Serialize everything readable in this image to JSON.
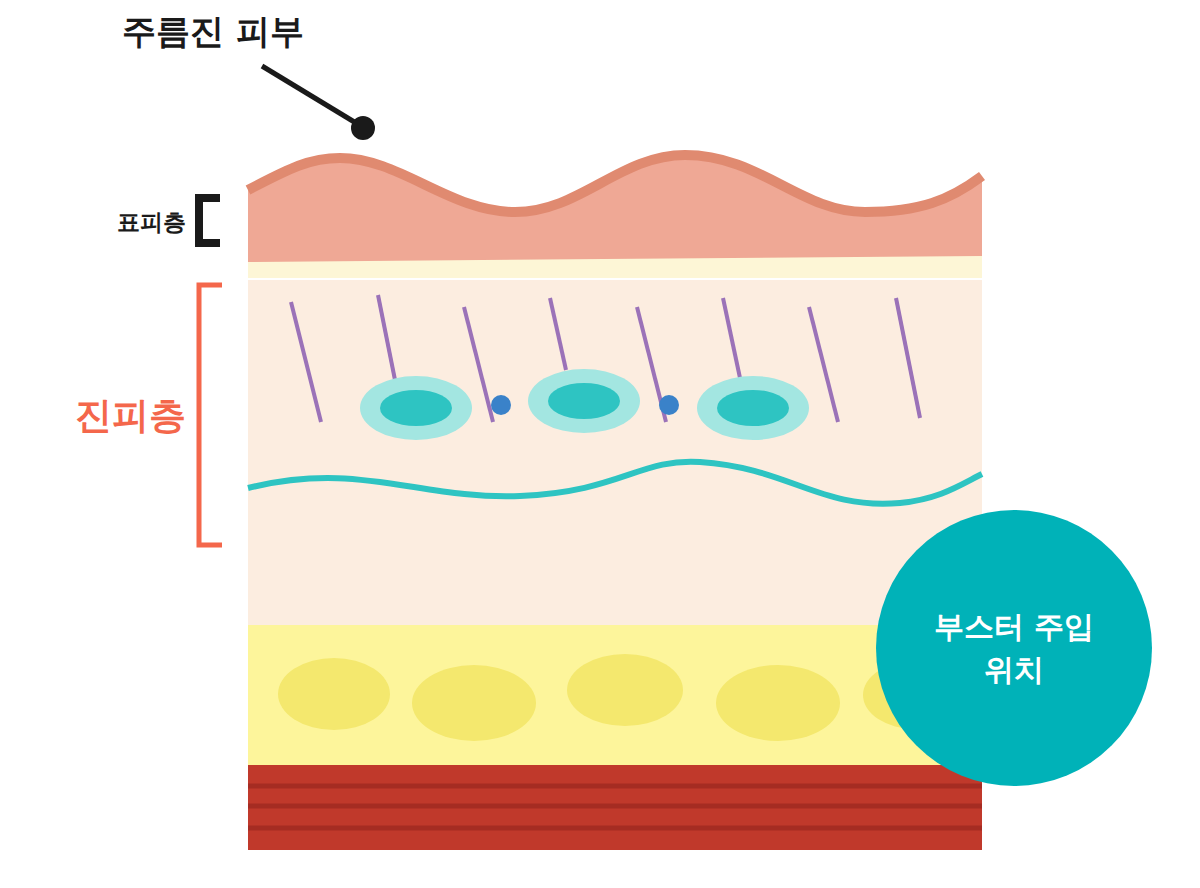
{
  "diagram": {
    "nodes": [
      {
        "text": [
          "부스터 주입 위치"
        ]
      }
    ],
    "labels": [
      "주름진 피부",
      "표피층",
      "진피층"
    ]
  }
}
